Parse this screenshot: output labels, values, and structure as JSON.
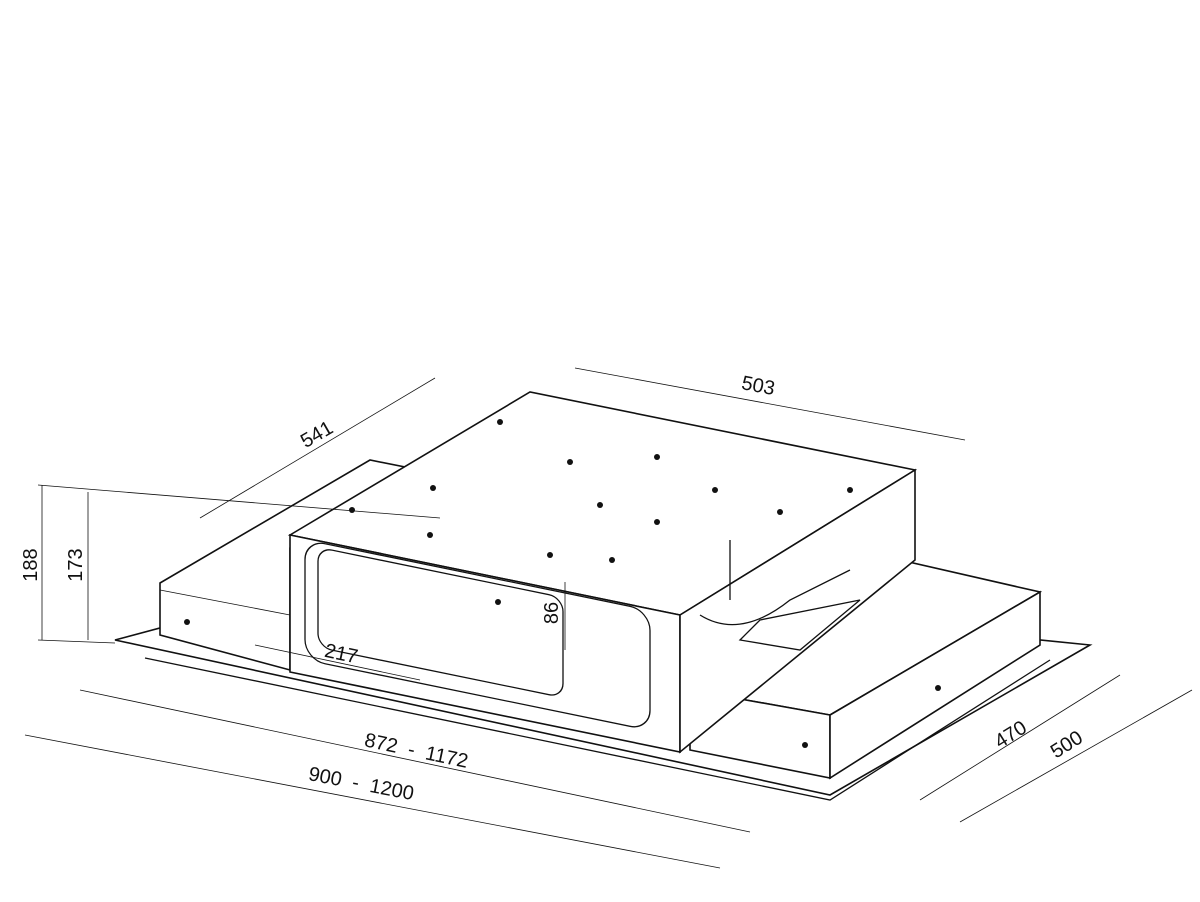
{
  "drawing": {
    "dimensions": {
      "top_depth": "503",
      "top_width": "541",
      "total_height": "188",
      "body_height": "173",
      "outlet_height": "86",
      "outlet_offset": "217",
      "inner_width": "872  -  1172",
      "outer_width": "900  -  1200",
      "inner_depth": "470",
      "outer_depth": "500"
    },
    "line_color": "#111111",
    "background": "#ffffff"
  }
}
